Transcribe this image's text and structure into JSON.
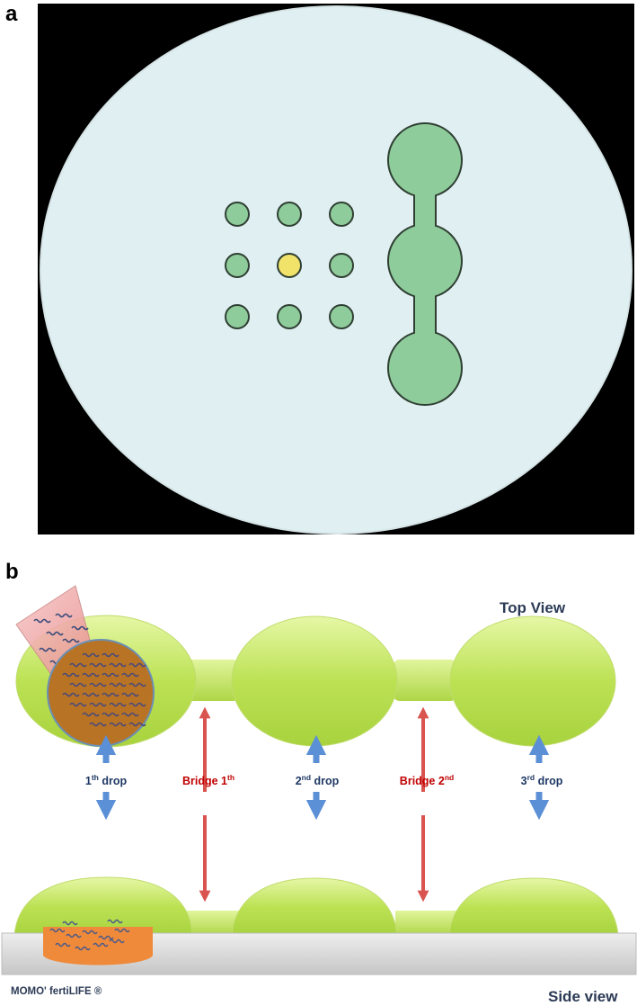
{
  "panel_a": {
    "letter": "a"
  },
  "panel_b": {
    "letter": "b",
    "top_view_label": "Top View",
    "side_view_label": "Side view",
    "brand_label": "MOMO' fertiLIFE ®",
    "drop_labels": [
      {
        "base": "1",
        "sup": "th",
        "text": " drop",
        "color": "#1f3864"
      },
      {
        "base": "Bridge 1",
        "sup": "th",
        "text": "",
        "color": "#c00000"
      },
      {
        "base": "2",
        "sup": "nd",
        "text": " drop",
        "color": "#1f3864"
      },
      {
        "base": "Bridge 2",
        "sup": "nd",
        "text": "",
        "color": "#c00000"
      },
      {
        "base": "3",
        "sup": "rd",
        "text": " drop",
        "color": "#1f3864"
      }
    ]
  },
  "colors": {
    "dish": "#e0f0f2",
    "drop": "#8fcc9b",
    "drop_stroke": "#2f3f33",
    "center_drop": "#f1e36a",
    "top_drop": "#b8e04a",
    "bridge": "#c3e86a",
    "blue_arrow": "#5b8fd6",
    "red_arrow": "#d9534f",
    "sample": "#b87424",
    "side_sample": "#ef8a3a",
    "base": "#d7d7d7"
  }
}
